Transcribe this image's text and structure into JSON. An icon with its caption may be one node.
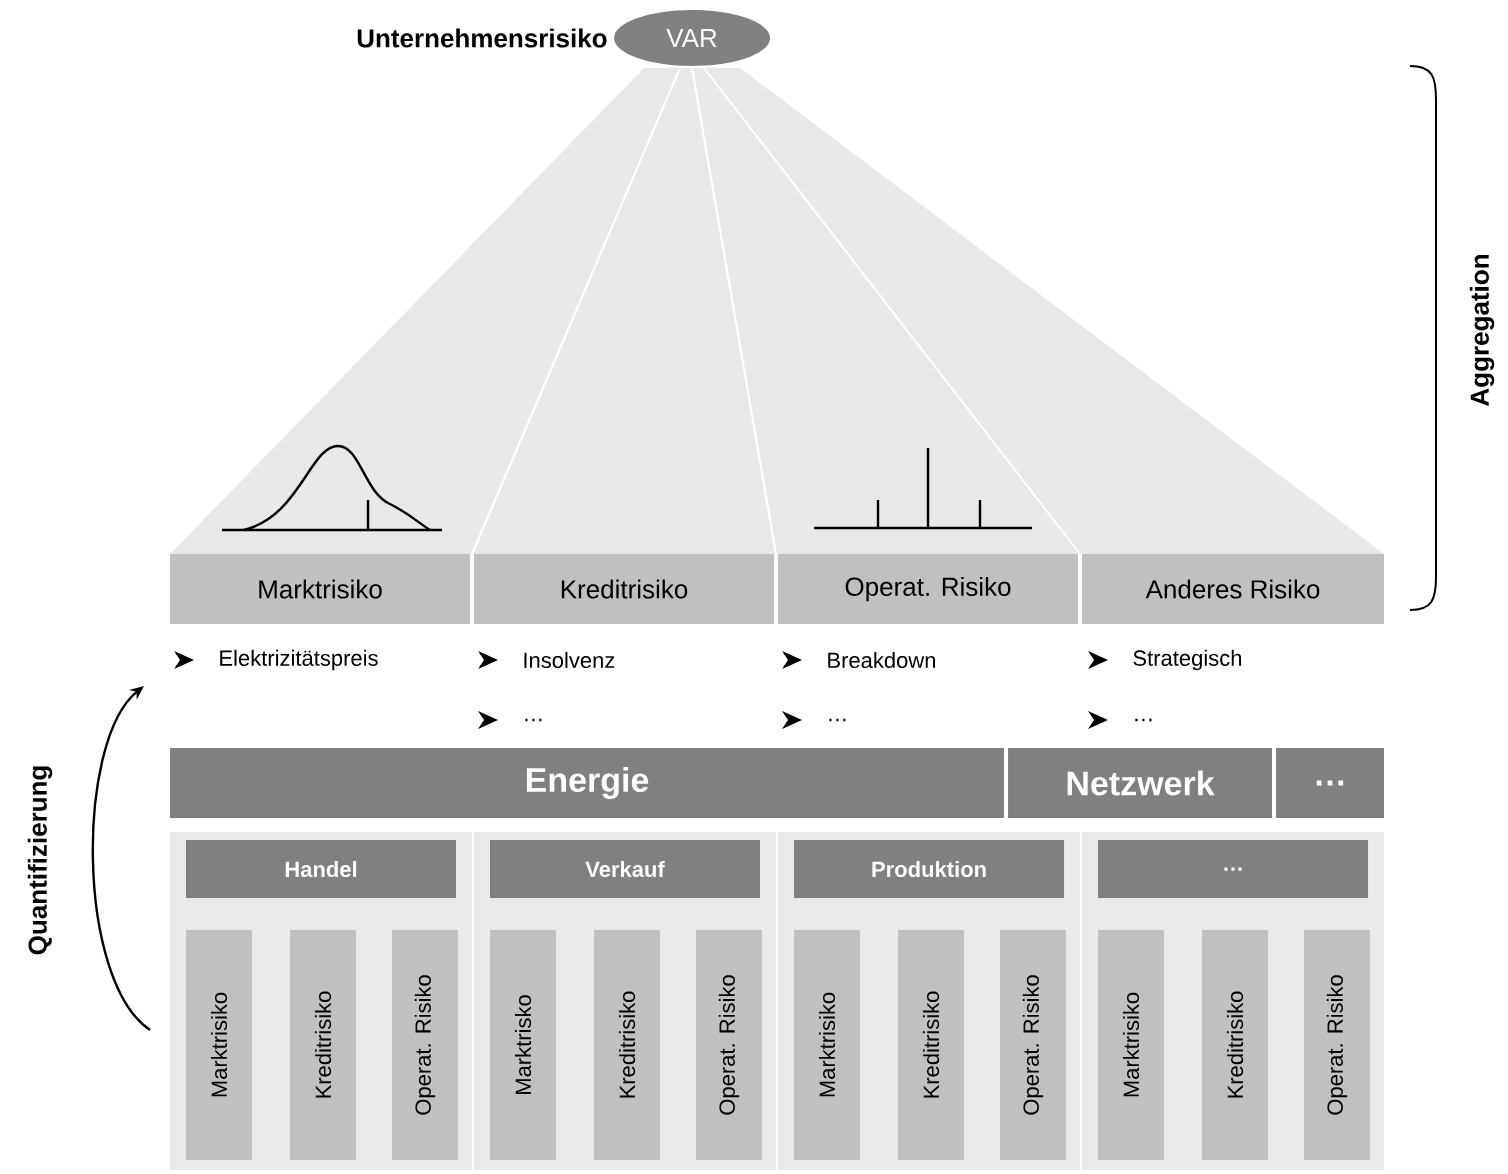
{
  "diagram": {
    "nodes": [
      {
        "text": [
          "VAR"
        ],
        "beside": [
          "Unternehmensrisiko"
        ]
      },
      {
        "text": [
          "Marktrisiko"
        ]
      },
      {
        "text": [
          "Kreditrisiko"
        ]
      },
      {
        "text": [
          "Operat. Risiko"
        ]
      },
      {
        "text": [
          "Anderes Risiko"
        ]
      },
      {
        "text": [
          "Energie"
        ]
      },
      {
        "text": [
          "Netzwerk"
        ]
      },
      {
        "text": [
          "…"
        ]
      },
      {
        "text": [],
        "shape": "box"
      },
      {
        "text": [
          "Handel"
        ],
        "in": 8
      },
      {
        "text": [
          "Marktrisiko"
        ],
        "in": 8
      },
      {
        "text": [
          "Kreditrisiko"
        ],
        "in": 8
      },
      {
        "text": [
          "Operat. Risiko"
        ],
        "in": 8
      },
      {
        "text": [],
        "shape": "box"
      },
      {
        "text": [
          "Verkauf"
        ],
        "in": 13
      },
      {
        "text": [
          "Marktrisko"
        ],
        "in": 13
      },
      {
        "text": [
          "Kreditrisiko"
        ],
        "in": 13
      },
      {
        "text": [
          "Operat. Risiko"
        ],
        "in": 13
      },
      {
        "text": [],
        "shape": "box"
      },
      {
        "text": [
          "Produktion"
        ],
        "in": 18
      },
      {
        "text": [
          "Marktrisiko"
        ],
        "in": 18
      },
      {
        "text": [
          "Kreditrisiko"
        ],
        "in": 18
      },
      {
        "text": [
          "Operat. Risiko"
        ],
        "in": 18
      },
      {
        "text": [],
        "shape": "box"
      },
      {
        "text": [
          "…"
        ],
        "in": 23
      },
      {
        "text": [
          "Marktrisiko"
        ],
        "in": 23
      },
      {
        "text": [
          "Kreditrisiko"
        ],
        "in": 23
      },
      {
        "text": [
          "Operat. Risiko"
        ],
        "in": 23
      }
    ],
    "labels": [
      "Aggregation",
      "Elektrizitätspreis",
      "Insolvenz",
      "Breakdown",
      "Strategisch",
      "…",
      "…",
      "…",
      "Quantifizierung"
    ]
  }
}
